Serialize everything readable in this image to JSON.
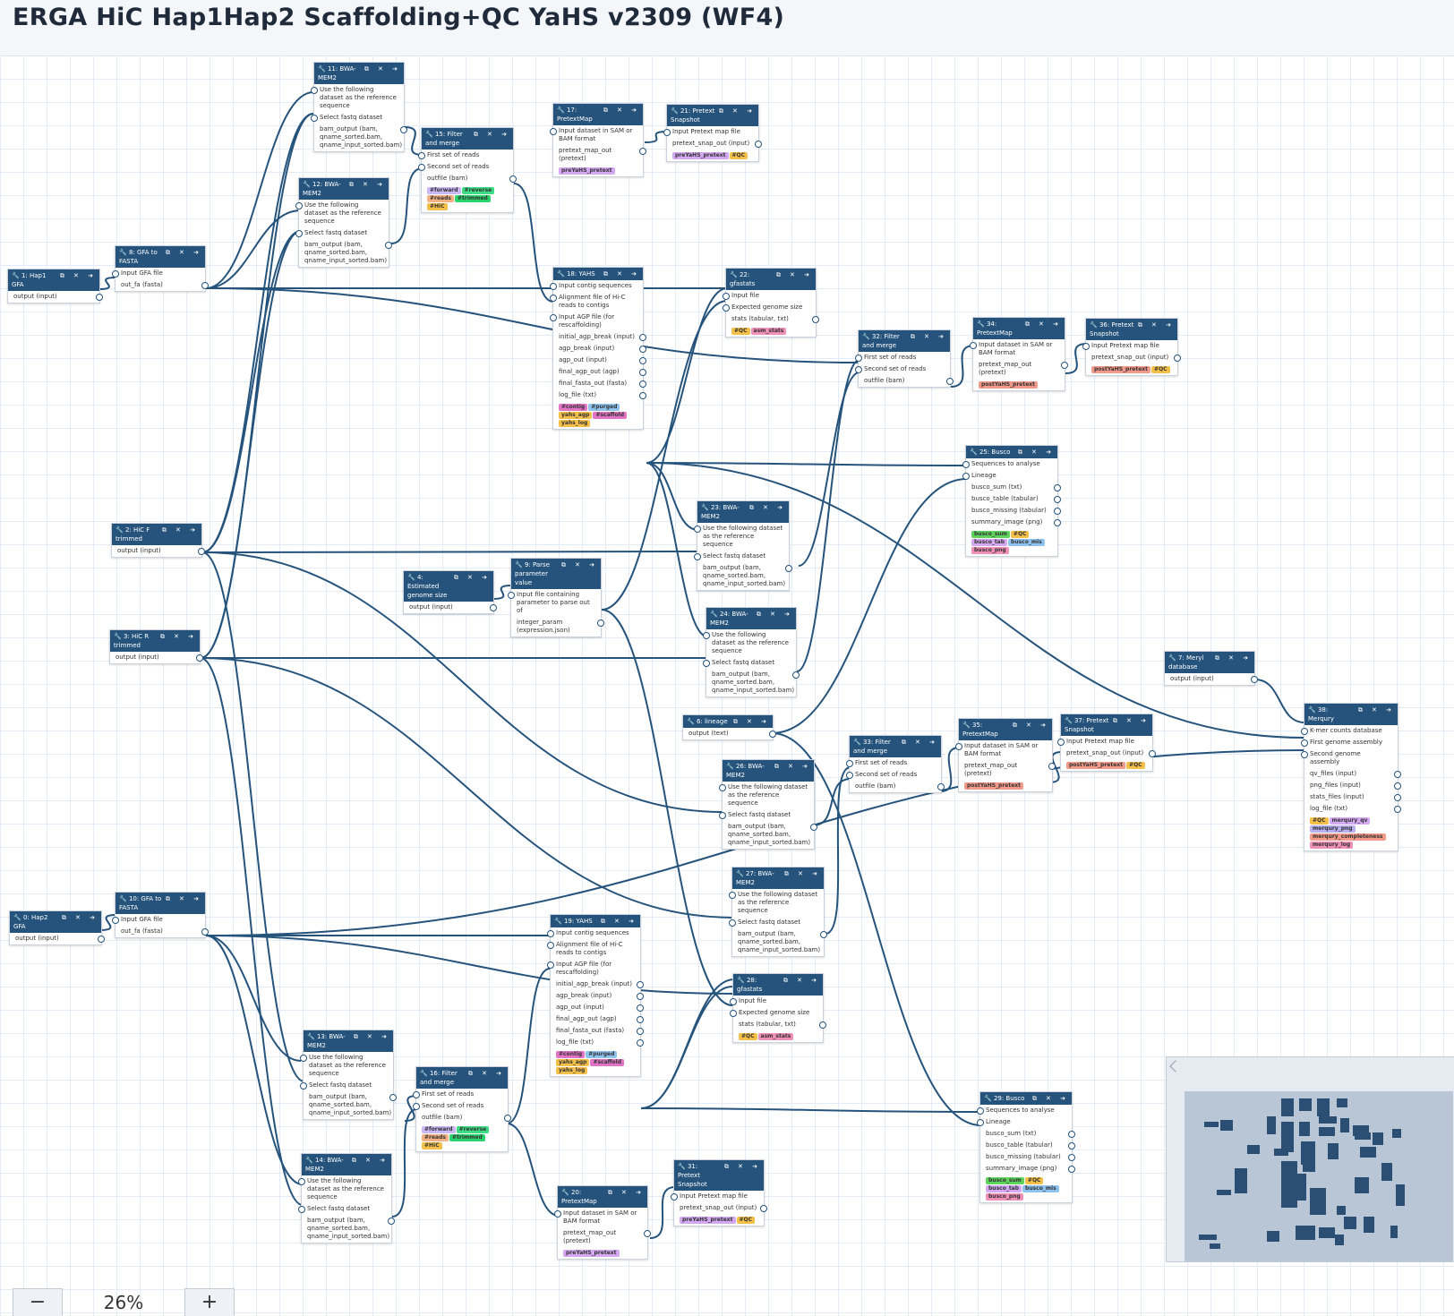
{
  "page": {
    "title": "ERGA HiC Hap1Hap2 Scaffolding+QC YaHS v2309 (WF4)"
  },
  "zoom": {
    "minus": "−",
    "level": "26%",
    "plus": "+"
  },
  "node_controls": "⧉ ✕ ➔",
  "nodes": [
    {
      "id": "n1",
      "title": "1: Hap1 GFA",
      "rows": [
        {
          "t": "output (input)",
          "o": 1
        }
      ]
    },
    {
      "id": "n8",
      "title": "8: GFA to FASTA",
      "rows": [
        {
          "t": "Input GFA file",
          "i": 1
        },
        {
          "t": "out_fa (fasta)",
          "o": 1
        }
      ]
    },
    {
      "id": "n2",
      "title": "2: HiC F trimmed",
      "rows": [
        {
          "t": "output (input)",
          "o": 1
        }
      ]
    },
    {
      "id": "n3",
      "title": "3: HiC R trimmed",
      "rows": [
        {
          "t": "output (input)",
          "o": 1
        }
      ]
    },
    {
      "id": "n0",
      "title": "0: Hap2 GFA",
      "rows": [
        {
          "t": "output (input)",
          "o": 1
        }
      ]
    },
    {
      "id": "n10",
      "title": "10: GFA to FASTA",
      "rows": [
        {
          "t": "Input GFA file",
          "i": 1
        },
        {
          "t": "out_fa (fasta)",
          "o": 1
        }
      ]
    },
    {
      "id": "n11",
      "title": "11: BWA-MEM2",
      "rows": [
        {
          "t": "Use the following dataset as the reference sequence",
          "i": 1
        },
        {
          "t": "Select fastq dataset",
          "i": 1
        },
        {
          "t": "bam_output (bam, qname_sorted.bam, qname_input_sorted.bam)",
          "o": 1
        }
      ]
    },
    {
      "id": "n12",
      "title": "12: BWA-MEM2",
      "rows": [
        {
          "t": "Use the following dataset as the reference sequence",
          "i": 1
        },
        {
          "t": "Select fastq dataset",
          "i": 1
        },
        {
          "t": "bam_output (bam, qname_sorted.bam, qname_input_sorted.bam)",
          "o": 1
        }
      ]
    },
    {
      "id": "n15",
      "title": "15: Filter and merge",
      "rows": [
        {
          "t": "First set of reads",
          "i": 1
        },
        {
          "t": "Second set of reads",
          "i": 1
        },
        {
          "t": "outfile (bam)",
          "o": 1
        }
      ],
      "tags": [
        "#forward",
        "#reverse",
        "#reads",
        "#trimmed",
        "#HiC"
      ]
    },
    {
      "id": "n17",
      "title": "17: PretextMap",
      "rows": [
        {
          "t": "Input dataset in SAM or BAM format",
          "i": 1
        },
        {
          "t": "pretext_map_out (pretext)",
          "o": 1
        }
      ],
      "tags": [
        "preYaHS_pretext"
      ]
    },
    {
      "id": "n21",
      "title": "21: Pretext Snapshot",
      "rows": [
        {
          "t": "Input Pretext map file",
          "i": 1
        },
        {
          "t": "pretext_snap_out (input)",
          "o": 1
        }
      ],
      "tags": [
        "preYaHS_pretext",
        "#QC"
      ]
    },
    {
      "id": "n18",
      "title": "18: YAHS",
      "rows": [
        {
          "t": "Input contig sequences",
          "i": 1
        },
        {
          "t": "Alignment file of Hi-C reads to contigs",
          "i": 1
        },
        {
          "t": "Input AGP file (for rescaffolding)",
          "i": 1
        },
        {
          "t": "initial_agp_break (input)",
          "o": 1
        },
        {
          "t": "agp_break (input)",
          "o": 1
        },
        {
          "t": "agp_out (input)",
          "o": 1
        },
        {
          "t": "final_agp_out (agp)",
          "o": 1
        },
        {
          "t": "final_fasta_out (fasta)",
          "o": 1
        },
        {
          "t": "log_file (txt)",
          "o": 1
        }
      ],
      "tags": [
        "#contig",
        "#purged",
        "yahs_agp",
        "#scaffold",
        "yahs_log"
      ]
    },
    {
      "id": "n22",
      "title": "22: gfastats",
      "rows": [
        {
          "t": "Input file",
          "i": 1
        },
        {
          "t": "Expected genome size",
          "i": 1
        },
        {
          "t": "stats (tabular, txt)",
          "o": 1
        }
      ],
      "tags": [
        "#QC",
        "asm_stats"
      ]
    },
    {
      "id": "n32",
      "title": "32: Filter and merge",
      "rows": [
        {
          "t": "First set of reads",
          "i": 1
        },
        {
          "t": "Second set of reads",
          "i": 1
        },
        {
          "t": "outfile (bam)",
          "o": 1
        }
      ]
    },
    {
      "id": "n34",
      "title": "34: PretextMap",
      "rows": [
        {
          "t": "Input dataset in SAM or BAM format",
          "i": 1
        },
        {
          "t": "pretext_map_out (pretext)",
          "o": 1
        }
      ],
      "tags": [
        "postYaHS_pretext"
      ]
    },
    {
      "id": "n36",
      "title": "36: Pretext Snapshot",
      "rows": [
        {
          "t": "Input Pretext map file",
          "i": 1
        },
        {
          "t": "pretext_snap_out (input)",
          "o": 1
        }
      ],
      "tags": [
        "postYaHS_pretext",
        "#QC"
      ]
    },
    {
      "id": "n25",
      "title": "25: Busco",
      "rows": [
        {
          "t": "Sequences to analyse",
          "i": 1
        },
        {
          "t": "Lineage",
          "i": 1
        },
        {
          "t": "busco_sum (txt)",
          "o": 1
        },
        {
          "t": "busco_table (tabular)",
          "o": 1
        },
        {
          "t": "busco_missing (tabular)",
          "o": 1
        },
        {
          "t": "summary_image (png)",
          "o": 1
        }
      ],
      "tags": [
        "busco_sum",
        "#QC",
        "busco_tab",
        "busco_mis",
        "busco_png"
      ]
    },
    {
      "id": "n23",
      "title": "23: BWA-MEM2",
      "rows": [
        {
          "t": "Use the following dataset as the reference sequence",
          "i": 1
        },
        {
          "t": "Select fastq dataset",
          "i": 1
        },
        {
          "t": "bam_output (bam, qname_sorted.bam, qname_input_sorted.bam)",
          "o": 1
        }
      ]
    },
    {
      "id": "n4",
      "title": "4: Estimated genome size",
      "rows": [
        {
          "t": "output (input)",
          "o": 1
        }
      ]
    },
    {
      "id": "n9",
      "title": "9: Parse parameter value",
      "rows": [
        {
          "t": "Input file containing parameter to parse out of",
          "i": 1
        },
        {
          "t": "integer_param (expression.json)",
          "o": 1
        }
      ]
    },
    {
      "id": "n24",
      "title": "24: BWA-MEM2",
      "rows": [
        {
          "t": "Use the following dataset as the reference sequence",
          "i": 1
        },
        {
          "t": "Select fastq dataset",
          "i": 1
        },
        {
          "t": "bam_output (bam, qname_sorted.bam, qname_input_sorted.bam)",
          "o": 1
        }
      ]
    },
    {
      "id": "n7",
      "title": "7: Meryl database",
      "rows": [
        {
          "t": "output (input)",
          "o": 1
        }
      ]
    },
    {
      "id": "n38",
      "title": "38: Merqury",
      "rows": [
        {
          "t": "K-mer counts database",
          "i": 1
        },
        {
          "t": "First genome assembly",
          "i": 1
        },
        {
          "t": "Second genome assembly",
          "i": 1
        },
        {
          "t": "qv_files (input)",
          "o": 1
        },
        {
          "t": "png_files (input)",
          "o": 1
        },
        {
          "t": "stats_files (input)",
          "o": 1
        },
        {
          "t": "log_file (txt)",
          "o": 1
        }
      ],
      "tags": [
        "#QC",
        "merqury_qv",
        "merqury_png",
        "merqury_completeness",
        "merqury_log"
      ]
    },
    {
      "id": "n6",
      "title": "6: lineage",
      "rows": [
        {
          "t": "output (text)",
          "o": 1
        }
      ]
    },
    {
      "id": "n33",
      "title": "33: Filter and merge",
      "rows": [
        {
          "t": "First set of reads",
          "i": 1
        },
        {
          "t": "Second set of reads",
          "i": 1
        },
        {
          "t": "outfile (bam)",
          "o": 1
        }
      ]
    },
    {
      "id": "n35",
      "title": "35: PretextMap",
      "rows": [
        {
          "t": "Input dataset in SAM or BAM format",
          "i": 1
        },
        {
          "t": "pretext_map_out (pretext)",
          "o": 1
        }
      ],
      "tags": [
        "postYaHS_pretext"
      ]
    },
    {
      "id": "n37",
      "title": "37: Pretext Snapshot",
      "rows": [
        {
          "t": "Input Pretext map file",
          "i": 1
        },
        {
          "t": "pretext_snap_out (input)",
          "o": 1
        }
      ],
      "tags": [
        "postYaHS_pretext",
        "#QC"
      ]
    },
    {
      "id": "n26",
      "title": "26: BWA-MEM2",
      "rows": [
        {
          "t": "Use the following dataset as the reference sequence",
          "i": 1
        },
        {
          "t": "Select fastq dataset",
          "i": 1
        },
        {
          "t": "bam_output (bam, qname_sorted.bam, qname_input_sorted.bam)",
          "o": 1
        }
      ]
    },
    {
      "id": "n27",
      "title": "27: BWA-MEM2",
      "rows": [
        {
          "t": "Use the following dataset as the reference sequence",
          "i": 1
        },
        {
          "t": "Select fastq dataset",
          "i": 1
        },
        {
          "t": "bam_output (bam, qname_sorted.bam, qname_input_sorted.bam)",
          "o": 1
        }
      ]
    },
    {
      "id": "n19",
      "title": "19: YAHS",
      "rows": [
        {
          "t": "Input contig sequences",
          "i": 1
        },
        {
          "t": "Alignment file of Hi-C reads to contigs",
          "i": 1
        },
        {
          "t": "Input AGP file (for rescaffolding)",
          "i": 1
        },
        {
          "t": "initial_agp_break (input)",
          "o": 1
        },
        {
          "t": "agp_break (input)",
          "o": 1
        },
        {
          "t": "agp_out (input)",
          "o": 1
        },
        {
          "t": "final_agp_out (agp)",
          "o": 1
        },
        {
          "t": "final_fasta_out (fasta)",
          "o": 1
        },
        {
          "t": "log_file (txt)",
          "o": 1
        }
      ],
      "tags": [
        "#contig",
        "#purged",
        "yahs_agp",
        "#scaffold",
        "yahs_log"
      ]
    },
    {
      "id": "n28",
      "title": "28: gfastats",
      "rows": [
        {
          "t": "Input file",
          "i": 1
        },
        {
          "t": "Expected genome size",
          "i": 1
        },
        {
          "t": "stats (tabular, txt)",
          "o": 1
        }
      ],
      "tags": [
        "#QC",
        "asm_stats"
      ]
    },
    {
      "id": "n13",
      "title": "13: BWA-MEM2",
      "rows": [
        {
          "t": "Use the following dataset as the reference sequence",
          "i": 1
        },
        {
          "t": "Select fastq dataset",
          "i": 1
        },
        {
          "t": "bam_output (bam, qname_sorted.bam, qname_input_sorted.bam)",
          "o": 1
        }
      ]
    },
    {
      "id": "n16",
      "title": "16: Filter and merge",
      "rows": [
        {
          "t": "First set of reads",
          "i": 1
        },
        {
          "t": "Second set of reads",
          "i": 1
        },
        {
          "t": "outfile (bam)",
          "o": 1
        }
      ],
      "tags": [
        "#forward",
        "#reverse",
        "#reads",
        "#trimmed",
        "#HiC"
      ]
    },
    {
      "id": "n14",
      "title": "14: BWA-MEM2",
      "rows": [
        {
          "t": "Use the following dataset as the reference sequence",
          "i": 1
        },
        {
          "t": "Select fastq dataset",
          "i": 1
        },
        {
          "t": "bam_output (bam, qname_sorted.bam, qname_input_sorted.bam)",
          "o": 1
        }
      ]
    },
    {
      "id": "n29",
      "title": "29: Busco",
      "rows": [
        {
          "t": "Sequences to analyse",
          "i": 1
        },
        {
          "t": "Lineage",
          "i": 1
        },
        {
          "t": "busco_sum (txt)",
          "o": 1
        },
        {
          "t": "busco_table (tabular)",
          "o": 1
        },
        {
          "t": "busco_missing (tabular)",
          "o": 1
        },
        {
          "t": "summary_image (png)",
          "o": 1
        }
      ],
      "tags": [
        "busco_sum",
        "#QC",
        "busco_tab",
        "busco_mis",
        "busco_png"
      ]
    },
    {
      "id": "n20",
      "title": "20: PretextMap",
      "rows": [
        {
          "t": "Input dataset in SAM or BAM format",
          "i": 1
        },
        {
          "t": "pretext_map_out (pretext)",
          "o": 1
        }
      ],
      "tags": [
        "preYaHS_pretext"
      ]
    },
    {
      "id": "n31",
      "title": "31: Pretext Snapshot",
      "rows": [
        {
          "t": "Input Pretext map file",
          "i": 1
        },
        {
          "t": "pretext_snap_out (input)",
          "o": 1
        }
      ],
      "tags": [
        "preYaHS_pretext",
        "#QC"
      ]
    }
  ],
  "tag_colors": {
    "#forward": "#c9b8f5",
    "#reverse": "#3ddc84",
    "#reads": "#f4b183",
    "#trimmed": "#2bd36e",
    "#HiC": "#f5c04a",
    "#QC": "#f5c04a",
    "#contig": "#e274c6",
    "#purged": "#8ec3ef",
    "#scaffold": "#e274c6",
    "yahs_agp": "#f5c04a",
    "yahs_log": "#f5c04a",
    "preYaHS_pretext": "#d4a8f2",
    "postYaHS_pretext": "#f49a8a",
    "asm_stats": "#f08fb8",
    "busco_sum": "#5ed35e",
    "busco_tab": "#d4a8f2",
    "busco_mis": "#8ec3ef",
    "busco_png": "#f08fb8",
    "merqury_qv": "#d4a8f2",
    "merqury_png": "#b9b0f2",
    "merqury_completeness": "#f49a8a",
    "merqury_log": "#f08fb8",
    "node_header": "#25537b",
    "edge": "#25537b"
  }
}
